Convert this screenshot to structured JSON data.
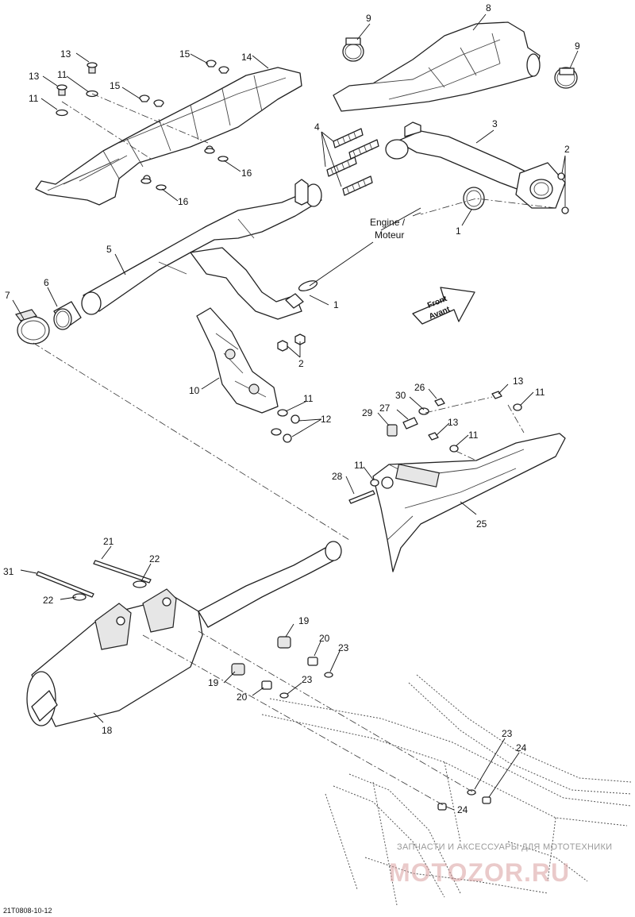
{
  "callouts": {
    "c1a": "1",
    "c1b": "1",
    "c2a": "2",
    "c2b": "2",
    "c3": "3",
    "c4": "4",
    "c5": "5",
    "c6": "6",
    "c7": "7",
    "c8": "8",
    "c9a": "9",
    "c9b": "9",
    "c10": "10",
    "c11a": "11",
    "c11b": "11",
    "c11c": "11",
    "c11d": "11",
    "c11e": "11",
    "c11f": "11",
    "c12": "12",
    "c13a": "13",
    "c13b": "13",
    "c13c": "13",
    "c13d": "13",
    "c14": "14",
    "c15a": "15",
    "c15b": "15",
    "c16a": "16",
    "c16b": "16",
    "c18": "18",
    "c19a": "19",
    "c19b": "19",
    "c20a": "20",
    "c20b": "20",
    "c21": "21",
    "c22a": "22",
    "c22b": "22",
    "c23a": "23",
    "c23b": "23",
    "c23c": "23",
    "c24a": "24",
    "c24b": "24",
    "c25": "25",
    "c26": "26",
    "c27": "27",
    "c28": "28",
    "c29": "29",
    "c30": "30",
    "c31": "31"
  },
  "notes": {
    "engine_line1": "Engine /",
    "engine_line2": "Moteur",
    "front_line1": "Front",
    "front_line2": "Avant"
  },
  "watermark": {
    "tagline": "ЗАПЧАСТИ И АКСЕССУАРЫ ДЛЯ МОТОТЕХНИКИ",
    "site": "MOTOZOR.RU"
  },
  "drawing_code": "21T0808-10-12"
}
